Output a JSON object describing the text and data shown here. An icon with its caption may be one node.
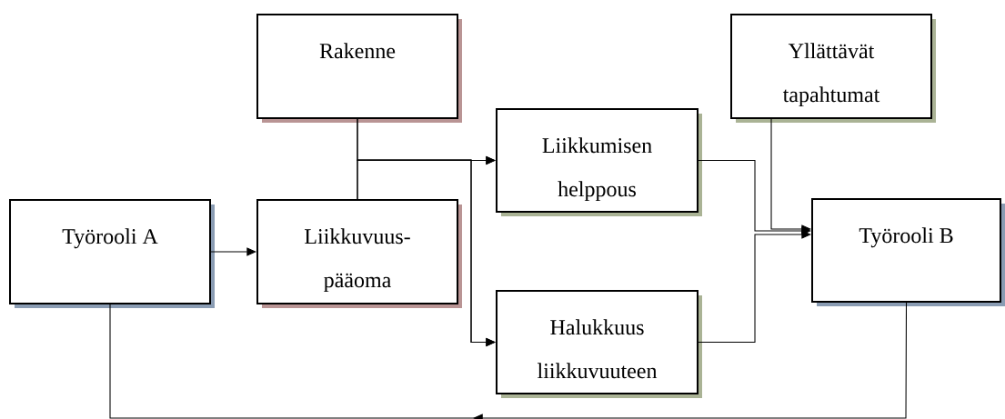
{
  "diagram": {
    "nodes": [
      {
        "text": [
          "Työrooli A"
        ]
      },
      {
        "text": [
          "Rakenne"
        ]
      },
      {
        "text": [
          "Liikkuvuus-pääoma"
        ]
      },
      {
        "text": [
          "Liikkumisen helppous"
        ]
      },
      {
        "text": [
          "Yllättävät tapahtumat"
        ]
      },
      {
        "text": [
          "Halukkuus liikkuvuuteen"
        ]
      },
      {
        "text": [
          "Työrooli B"
        ]
      }
    ],
    "edges": [
      {
        "from": 0,
        "to": 2,
        "arrow": "to"
      },
      {
        "from": 1,
        "to": 3,
        "arrow": "to"
      },
      {
        "from": 2,
        "to": 3,
        "arrow": "to"
      },
      {
        "from": 1,
        "to": 5,
        "arrow": "to"
      },
      {
        "from": 2,
        "to": 5,
        "arrow": "to"
      },
      {
        "from": 3,
        "to": 6,
        "arrow": "to"
      },
      {
        "from": 4,
        "to": 6,
        "arrow": "to"
      },
      {
        "from": 5,
        "to": 6,
        "arrow": "to"
      },
      {
        "from": 6,
        "to": 0,
        "arrow": "to"
      }
    ]
  }
}
